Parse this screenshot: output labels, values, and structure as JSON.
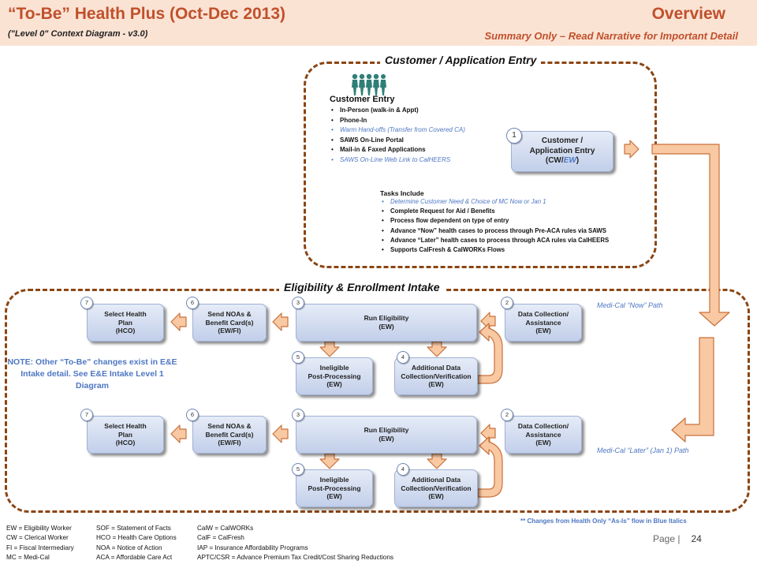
{
  "header": {
    "title": "“To-Be”  Health Plus  (Oct-Dec 2013)",
    "subtitle": "(\"Level 0\" Context Diagram - v3.0)",
    "overview": "Overview",
    "summary": "Summary Only – Read Narrative for Important Detail"
  },
  "customer_section": {
    "title": "Customer / Application Entry",
    "entry_title": "Customer Entry",
    "entry_items": [
      "In-Person (walk-in & Appt)",
      "Phone-In",
      "Warm Hand-offs (Transfer from Covered CA)",
      "SAWS On-Line Portal",
      "Mail-in & Faxed Applications",
      "SAWS On-Line Web Link to CalHEERS"
    ],
    "box_badge": "1",
    "box_line1": "Customer /",
    "box_line2": "Application Entry",
    "box_line3_prefix": "(CW/",
    "box_line3_em": "EW",
    "box_line3_suffix": ")",
    "tasks_title": "Tasks Include",
    "tasks_items": [
      "Determine Customer Need  & Choice of MC Now or Jan 1",
      "Complete Request for Aid / Benefits",
      "Process flow dependent on type of entry",
      "Advance “Now” health cases to process through Pre-ACA rules via SAWS",
      "Advance “Later” health cases to process through ACA rules via CalHEERS",
      "Supports CalFresh & CalWORKs Flows"
    ]
  },
  "eligibility_section": {
    "title": "Eligibility & Enrollment Intake",
    "note": "NOTE: Other “To-Be” changes exist in E&E Intake detail. See E&E Intake Level 1 Diagram",
    "now_path": "Medi-Cal “Now” Path",
    "later_path": "Medi-Cal “Later” (Jan 1) Path",
    "rows": [
      {
        "data_collection": {
          "badge": "2",
          "l1": "Data Collection/",
          "l2": "Assistance",
          "l3": "(EW)"
        },
        "run_eligibility": {
          "badge": "3",
          "l1": "Run Eligibility",
          "l2": "(EW)"
        },
        "additional": {
          "badge": "4",
          "l1": "Additional Data",
          "l2": "Collection/Verification",
          "l3": "(EW)"
        },
        "ineligible": {
          "badge": "5",
          "l1": "Ineligible",
          "l2": "Post-Processing",
          "l3": "(EW)"
        },
        "send_noas": {
          "badge": "6",
          "l1": "Send NOAs &",
          "l2": "Benefit Card(s)",
          "l3": "(EW/FI)"
        },
        "select_plan": {
          "badge": "7",
          "l1": "Select Health",
          "l2": "Plan",
          "l3": "(HCO)"
        }
      },
      {
        "data_collection": {
          "badge": "2",
          "l1": "Data Collection/",
          "l2": "Assistance",
          "l3": "(EW)"
        },
        "run_eligibility": {
          "badge": "3",
          "l1": "Run Eligibility",
          "l2": "(EW)"
        },
        "additional": {
          "badge": "4",
          "l1": "Additional Data",
          "l2": "Collection/Verification",
          "l3": "(EW)"
        },
        "ineligible": {
          "badge": "5",
          "l1": "Ineligible",
          "l2": "Post-Processing",
          "l3": "(EW)"
        },
        "send_noas": {
          "badge": "6",
          "l1": "Send NOAs &",
          "l2": "Benefit Card(s)",
          "l3": "(EW/FI)"
        },
        "select_plan": {
          "badge": "7",
          "l1": "Select Health",
          "l2": "Plan",
          "l3": "(HCO)"
        }
      }
    ]
  },
  "footer": {
    "changes_note": "** Changes from Health Only “As-Is” flow in Blue Italics",
    "legend_col1": [
      "EW = Eligibility Worker",
      "CW = Clerical Worker",
      "FI = Fiscal Intermediary",
      "MC = Medi-Cal"
    ],
    "legend_col2": [
      "SOF = Statement of Facts",
      "HCO = Health Care Options",
      "NOA = Notice of Action",
      "ACA = Affordable Care Act"
    ],
    "legend_col3": [
      "CalW = CalWORKs",
      "CalF = CalFresh",
      "IAP = Insurance Affordability Programs",
      "APTC/CSR = Advance Premium Tax Credit/Cost Sharing Reductions"
    ],
    "page_label": "Page |",
    "page_number": "24"
  },
  "colors": {
    "accent": "#c0502b",
    "header_band": "#fbe3d4",
    "dashed_border": "#8b4513",
    "box_fill": "#c2cfea",
    "arrow_fill": "#f8c9a3",
    "arrow_stroke": "#c9703a",
    "change_blue": "#4e77c2"
  },
  "icons": [
    "people-group-icon"
  ]
}
